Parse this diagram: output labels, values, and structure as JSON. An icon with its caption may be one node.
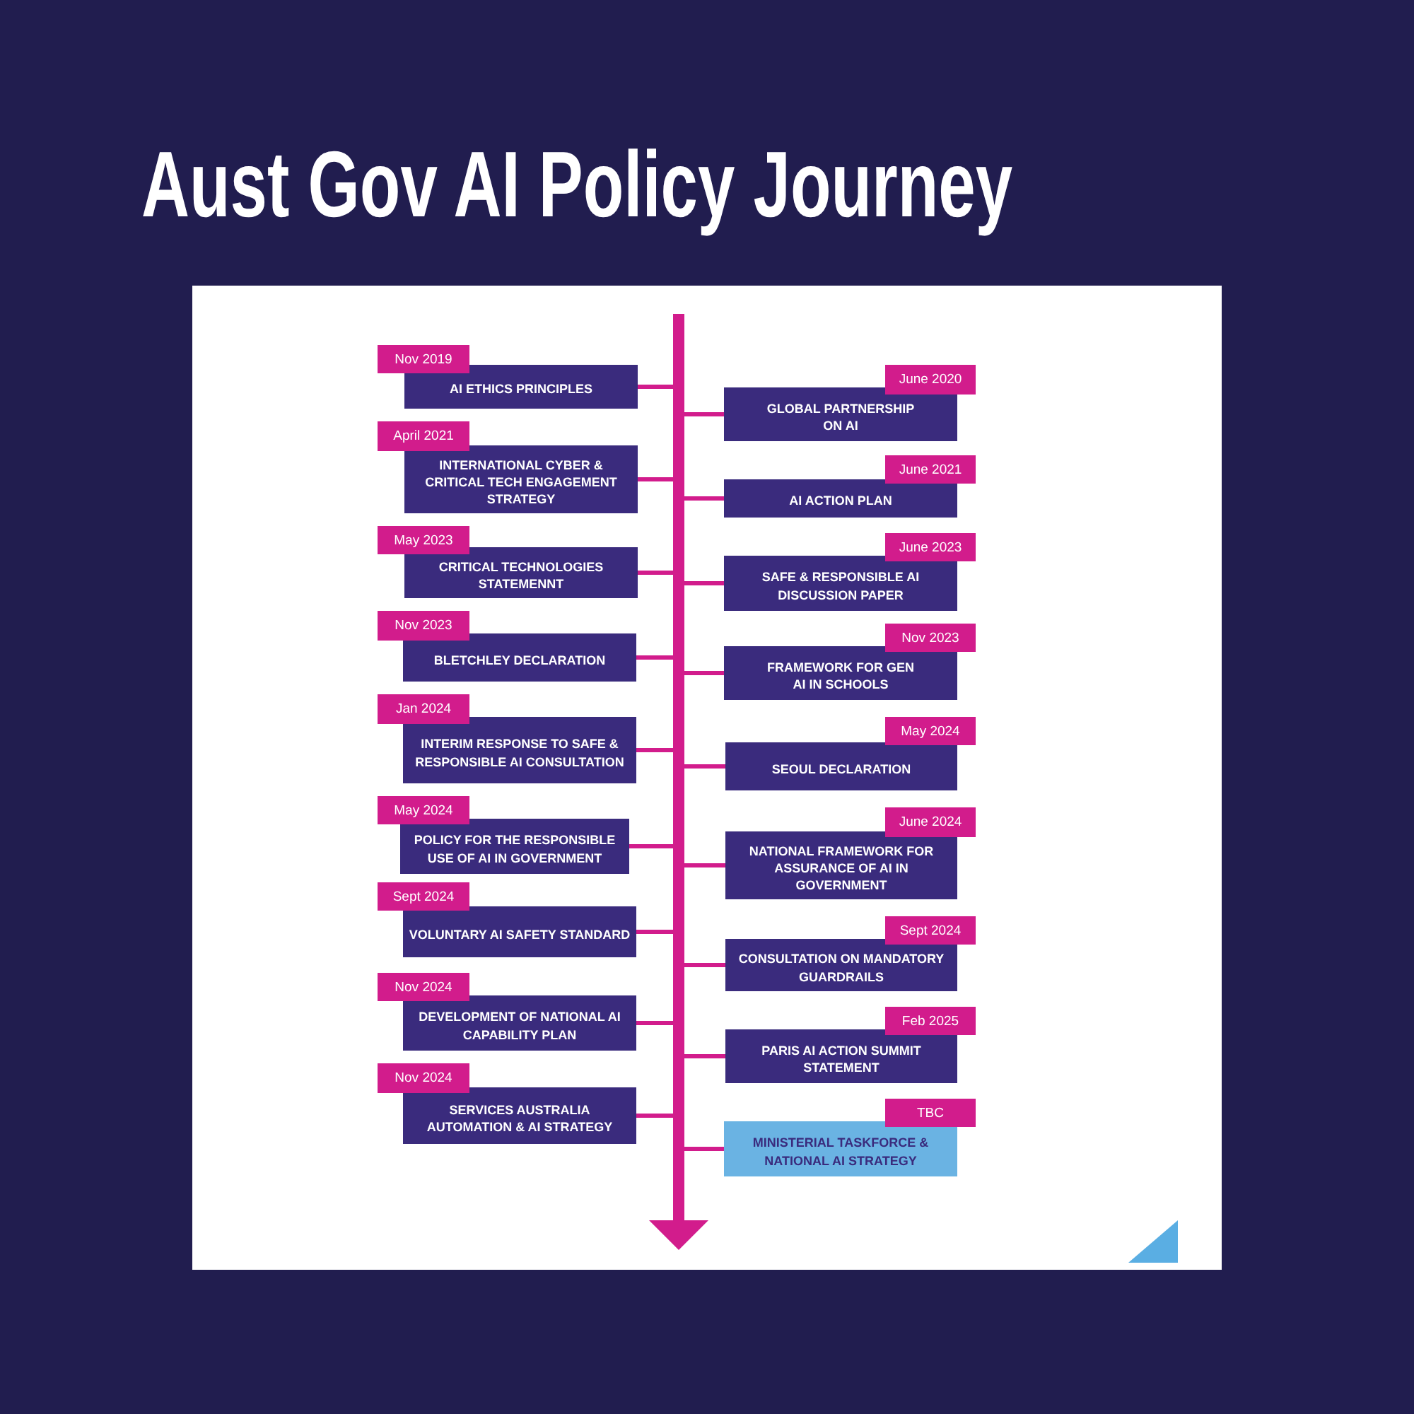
{
  "diagram": {
    "title": "Aust Gov AI Policy Journey",
    "nodes": [
      {
        "text": [],
        "shape": "arrow"
      },
      {
        "text": [
          "Nov 2019"
        ]
      },
      {
        "text": [
          "AI ETHICS PRINCIPLES"
        ]
      },
      {
        "text": [
          "June 2020"
        ]
      },
      {
        "text": [
          "GLOBAL PARTNERSHIP ON AI"
        ]
      },
      {
        "text": [
          "April 2021"
        ]
      },
      {
        "text": [
          "INTERNATIONAL CYBER & CRITICAL TECH ENGAGEMENT STRATEGY"
        ]
      },
      {
        "text": [
          "June 2021"
        ]
      },
      {
        "text": [
          "AI ACTION PLAN"
        ]
      },
      {
        "text": [
          "May 2023"
        ]
      },
      {
        "text": [
          "CRITICAL TECHNOLOGIES STATEMENNT"
        ]
      },
      {
        "text": [
          "June 2023"
        ]
      },
      {
        "text": [
          "SAFE & RESPONSIBLE AI DISCUSSION PAPER"
        ]
      },
      {
        "text": [
          "Nov 2023"
        ]
      },
      {
        "text": [
          "BLETCHLEY DECLARATION"
        ]
      },
      {
        "text": [
          "Nov 2023"
        ]
      },
      {
        "text": [
          "FRAMEWORK FOR GEN AI IN SCHOOLS"
        ]
      },
      {
        "text": [
          "Jan 2024"
        ]
      },
      {
        "text": [
          "INTERIM RESPONSE TO SAFE & RESPONSIBLE AI CONSULTATION"
        ]
      },
      {
        "text": [
          "May 2024"
        ]
      },
      {
        "text": [
          "SEOUL DECLARATION"
        ]
      },
      {
        "text": [
          "May 2024"
        ]
      },
      {
        "text": [
          "POLICY FOR THE RESPONSIBLE USE OF AI IN GOVERNMENT"
        ]
      },
      {
        "text": [
          "June 2024"
        ]
      },
      {
        "text": [
          "NATIONAL FRAMEWORK FOR ASSURANCE OF AI IN GOVERNMENT"
        ]
      },
      {
        "text": [
          "Sept 2024"
        ]
      },
      {
        "text": [
          "VOLUNTARY AI SAFETY STANDARD"
        ]
      },
      {
        "text": [
          "Sept 2024"
        ]
      },
      {
        "text": [
          "CONSULTATION ON MANDATORY GUARDRAILS"
        ]
      },
      {
        "text": [
          "Nov 2024"
        ]
      },
      {
        "text": [
          "DEVELOPMENT OF NATIONAL AI CAPABILITY PLAN"
        ]
      },
      {
        "text": [
          "Feb 2025"
        ]
      },
      {
        "text": [
          "PARIS AI ACTION SUMMIT STATEMENT"
        ]
      },
      {
        "text": [
          "Nov 2024"
        ]
      },
      {
        "text": [
          "SERVICES AUSTRALIA AUTOMATION & AI STRATEGY"
        ]
      },
      {
        "text": [
          "TBC"
        ]
      },
      {
        "text": [
          "MINISTERIAL TASKFORCE & NATIONAL AI STRATEGY"
        ]
      }
    ],
    "edges": [
      {
        "from": 2,
        "to": 0,
        "arrow": "none"
      },
      {
        "from": 4,
        "to": 0,
        "arrow": "none"
      },
      {
        "from": 6,
        "to": 0,
        "arrow": "none"
      },
      {
        "from": 8,
        "to": 0,
        "arrow": "none"
      },
      {
        "from": 10,
        "to": 0,
        "arrow": "none"
      },
      {
        "from": 12,
        "to": 0,
        "arrow": "none"
      },
      {
        "from": 14,
        "to": 0,
        "arrow": "none"
      },
      {
        "from": 16,
        "to": 0,
        "arrow": "none"
      },
      {
        "from": 18,
        "to": 0,
        "arrow": "none"
      },
      {
        "from": 20,
        "to": 0,
        "arrow": "none"
      },
      {
        "from": 22,
        "to": 0,
        "arrow": "none"
      },
      {
        "from": 24,
        "to": 0,
        "arrow": "none"
      },
      {
        "from": 26,
        "to": 0,
        "arrow": "none"
      },
      {
        "from": 28,
        "to": 0,
        "arrow": "none"
      },
      {
        "from": 30,
        "to": 0,
        "arrow": "none"
      },
      {
        "from": 32,
        "to": 0,
        "arrow": "none"
      },
      {
        "from": 34,
        "to": 0,
        "arrow": "none"
      },
      {
        "from": 36,
        "to": 0,
        "arrow": "none"
      }
    ]
  }
}
